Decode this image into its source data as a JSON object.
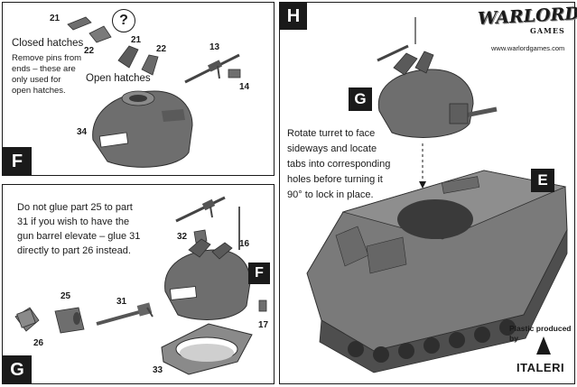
{
  "panels": {
    "f": {
      "step": "F",
      "closed_label": "Closed hatches",
      "note_lines": [
        "Remove pins from",
        "ends – these are",
        "only used for",
        "open hatches."
      ],
      "open_label": "Open hatches",
      "parts": {
        "p21a": "21",
        "p21b": "21",
        "p22a": "22",
        "p22b": "22",
        "p13": "13",
        "p14": "14",
        "p34": "34"
      },
      "question": "?"
    },
    "g": {
      "step": "G",
      "instruction_lines": [
        "Do not glue part 25 to part",
        "31 if you wish to have the",
        "gun barrel elevate – glue 31",
        "directly to part 26 instead."
      ],
      "parts": {
        "p32": "32",
        "p16": "16",
        "p25": "25",
        "p31": "31",
        "p26": "26",
        "p17": "17",
        "p33": "33"
      },
      "sub_label": "F"
    },
    "h": {
      "step": "H",
      "instruction_lines": [
        "Rotate turret to face",
        "sideways and locate",
        "tabs into corresponding",
        "holes before turning it",
        "90° to lock in place."
      ],
      "turret_label": "G",
      "hull_label": "E"
    }
  },
  "branding": {
    "logo_main": "WARLORD",
    "logo_sub": "GAMES",
    "website": "www.warlordgames.com",
    "plastic_note": "Plastic produced by",
    "italeri": "ITALERI"
  },
  "colors": {
    "ink": "#1a1a1a",
    "model_grey": "#6e6e6e",
    "model_dark": "#3f3f3f",
    "model_light": "#9a9a9a"
  }
}
